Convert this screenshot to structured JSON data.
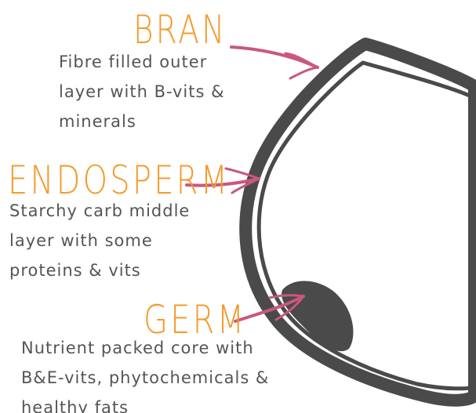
{
  "colors": {
    "title_orange": "#f49a2c",
    "text_gray": "#555555",
    "kernel_dark": "#4a4a4a",
    "arrow_pink": "#c9587c"
  },
  "labels": {
    "bran": {
      "title": "BRAN",
      "lines": [
        "Fibre filled outer",
        "layer with B-vits &",
        "minerals"
      ]
    },
    "endosperm": {
      "title": "ENDOSPERM",
      "lines": [
        "Starchy carb middle",
        "layer with some",
        "proteins & vits"
      ]
    },
    "germ": {
      "title": "GERM",
      "lines": [
        "Nutrient packed core with",
        "B&E-vits, phytochemicals &",
        "healthy fats"
      ]
    }
  }
}
